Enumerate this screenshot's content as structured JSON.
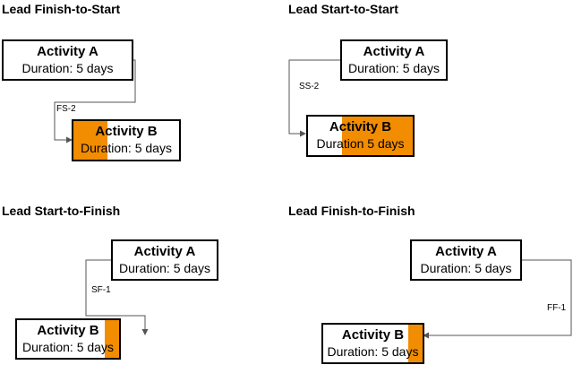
{
  "panels": [
    {
      "title": "Lead Finish-to-Start",
      "link_label": "FS-2",
      "activity_a": {
        "name": "Activity A",
        "duration": "Duration: 5 days"
      },
      "activity_b": {
        "name": "Activity B",
        "duration": "Duration: 5 days"
      }
    },
    {
      "title": "Lead Start-to-Start",
      "link_label": "SS-2",
      "activity_a": {
        "name": "Activity A",
        "duration": "Duration: 5 days"
      },
      "activity_b": {
        "name": "Activity B",
        "duration": "Duration 5 days"
      }
    },
    {
      "title": "Lead Start-to-Finish",
      "link_label": "SF-1",
      "activity_a": {
        "name": "Activity A",
        "duration": "Duration: 5 days"
      },
      "activity_b": {
        "name": "Activity B",
        "duration": "Duration: 5 days"
      }
    },
    {
      "title": "Lead Finish-to-Finish",
      "link_label": "FF-1",
      "activity_a": {
        "name": "Activity A",
        "duration": "Duration: 5 days"
      },
      "activity_b": {
        "name": "Activity B",
        "duration": "Duration: 5 days"
      }
    }
  ],
  "colors": {
    "highlight": "#f28c00",
    "border": "#000000",
    "connector": "#555555"
  }
}
